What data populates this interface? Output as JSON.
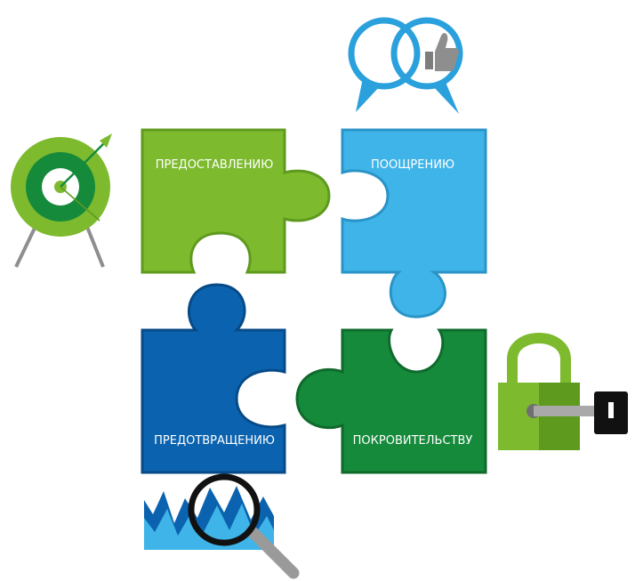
{
  "pieces": {
    "top_left": {
      "label": "ПРЕДОСТАВЛЕНИЮ",
      "color": "#7dba2e",
      "edge": "#5e9a1e"
    },
    "top_right": {
      "label": "ПООЩРЕНИЮ",
      "color": "#3fb4e8",
      "edge": "#2a93c8"
    },
    "bottom_left": {
      "label": "ПРЕДОТВРАЩЕНИЮ",
      "color": "#0b63b0",
      "edge": "#074a88"
    },
    "bottom_right": {
      "label": "ПОКРОВИТЕЛЬСТВУ",
      "color": "#168a3b",
      "edge": "#0f6a2c"
    }
  },
  "icons": {
    "target": "target-icon",
    "chat": "speech-bubbles-thumbs-up-icon",
    "lock": "padlock-key-icon",
    "search": "magnifier-chart-icon"
  }
}
